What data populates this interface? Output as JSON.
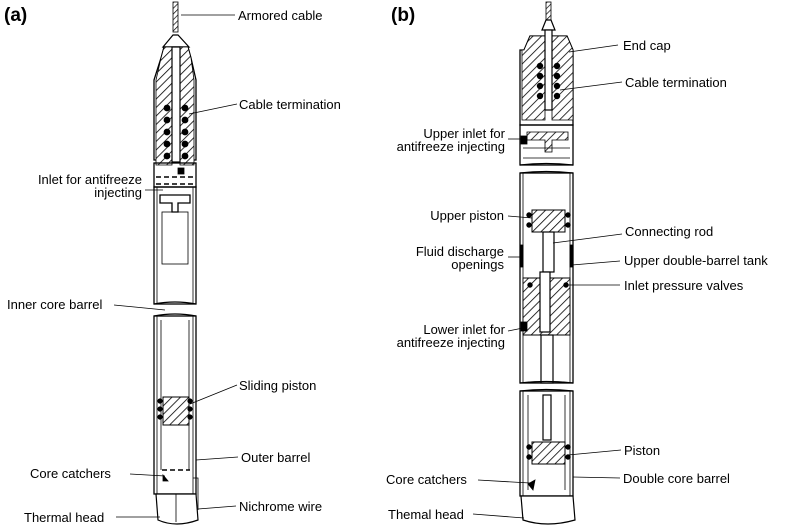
{
  "panels": {
    "a": {
      "letter": "(a)",
      "labels": {
        "armored_cable": "Armored cable",
        "cable_termination": "Cable termination",
        "inlet_line1": "Inlet for antifreeze",
        "inlet_line2": "injecting",
        "inner_core_barrel": "Inner core barrel",
        "sliding_piston": "Sliding piston",
        "outer_barrel": "Outer barrel",
        "core_catchers": "Core catchers",
        "nichrome_wire": "Nichrome wire",
        "thermal_head": "Thermal head"
      }
    },
    "b": {
      "letter": "(b)",
      "labels": {
        "end_cap": "End cap",
        "cable_termination": "Cable termination",
        "upper_inlet_line1": "Upper inlet for",
        "upper_inlet_line2": "antifreeze injecting",
        "upper_piston": "Upper piston",
        "connecting_rod": "Connecting rod",
        "fluid_discharge_line1": "Fluid discharge",
        "fluid_discharge_line2": "openings",
        "upper_tank": "Upper double-barrel tank",
        "inlet_pressure_valves": "Inlet pressure valves",
        "lower_inlet_line1": "Lower inlet for",
        "lower_inlet_line2": "antifreeze injecting",
        "piston": "Piston",
        "core_catchers": "Core catchers",
        "double_core_barrel": "Double core barrel",
        "thermal_head": "Themal head"
      }
    }
  }
}
